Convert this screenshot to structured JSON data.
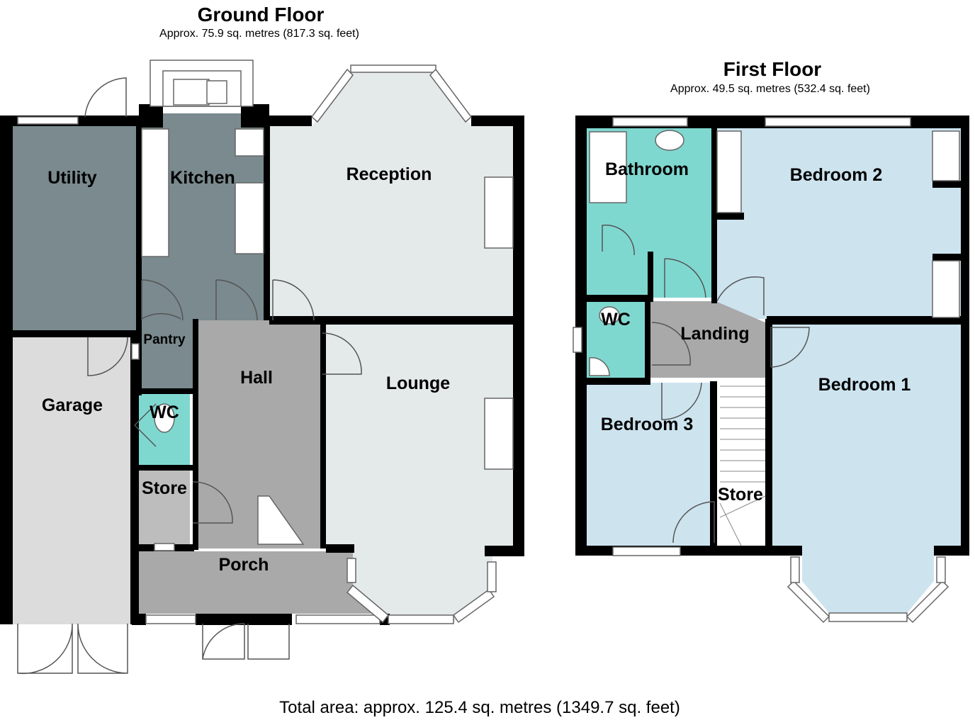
{
  "ground_floor": {
    "title": "Ground Floor",
    "area": "Approx. 75.9 sq. metres (817.3 sq. feet)",
    "rooms": {
      "utility": "Utility",
      "kitchen": "Kitchen",
      "reception": "Reception",
      "pantry": "Pantry",
      "hall": "Hall",
      "lounge": "Lounge",
      "garage": "Garage",
      "wc": "WC",
      "store": "Store",
      "porch": "Porch"
    }
  },
  "first_floor": {
    "title": "First Floor",
    "area": "Approx. 49.5 sq. metres (532.4 sq. feet)",
    "rooms": {
      "bathroom": "Bathroom",
      "bedroom2": "Bedroom 2",
      "wc": "WC",
      "landing": "Landing",
      "bedroom1": "Bedroom 1",
      "bedroom3": "Bedroom 3",
      "store": "Store"
    }
  },
  "total_area": "Total area: approx. 125.4 sq. metres (1349.7 sq. feet)",
  "colors": {
    "dark_room": "#7a8a8e",
    "light_grey_room": "#e4e9ea",
    "mid_grey_room": "#a9a9a9",
    "garage": "#dcdcdc",
    "teal_room": "#7fd8d0",
    "light_blue_room": "#cde4ef",
    "wall": "#000000"
  }
}
